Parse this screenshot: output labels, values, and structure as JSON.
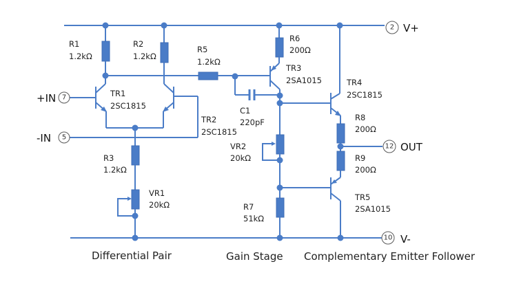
{
  "colors": {
    "wire": "#4a7cc7",
    "background": "#ffffff",
    "text": "#222222"
  },
  "terminals": {
    "vplus": {
      "pin": "2",
      "label": "V+"
    },
    "vminus": {
      "pin": "10",
      "label": "V-"
    },
    "inp": {
      "pin": "7",
      "label": "+IN"
    },
    "inn": {
      "pin": "5",
      "label": "-IN"
    },
    "out": {
      "pin": "12",
      "label": "OUT"
    }
  },
  "components": {
    "R1": {
      "name": "R1",
      "value": "1.2kΩ"
    },
    "R2": {
      "name": "R2",
      "value": "1.2kΩ"
    },
    "R3": {
      "name": "R3",
      "value": "1.2kΩ"
    },
    "R5": {
      "name": "R5",
      "value": "1.2kΩ"
    },
    "R6": {
      "name": "R6",
      "value": "200Ω"
    },
    "R7": {
      "name": "R7",
      "value": "51kΩ"
    },
    "R8": {
      "name": "R8",
      "value": "200Ω"
    },
    "R9": {
      "name": "R9",
      "value": "200Ω"
    },
    "VR1": {
      "name": "VR1",
      "value": "20kΩ"
    },
    "VR2": {
      "name": "VR2",
      "value": "20kΩ"
    },
    "C1": {
      "name": "C1",
      "value": "220pF"
    },
    "TR1": {
      "name": "TR1",
      "value": "2SC1815"
    },
    "TR2": {
      "name": "TR2",
      "value": "2SC1815"
    },
    "TR3": {
      "name": "TR3",
      "value": "2SA1015"
    },
    "TR4": {
      "name": "TR4",
      "value": "2SC1815"
    },
    "TR5": {
      "name": "TR5",
      "value": "2SA1015"
    }
  },
  "sections": {
    "diff": "Differential Pair",
    "gain": "Gain Stage",
    "follower": "Complementary Emitter Follower"
  }
}
